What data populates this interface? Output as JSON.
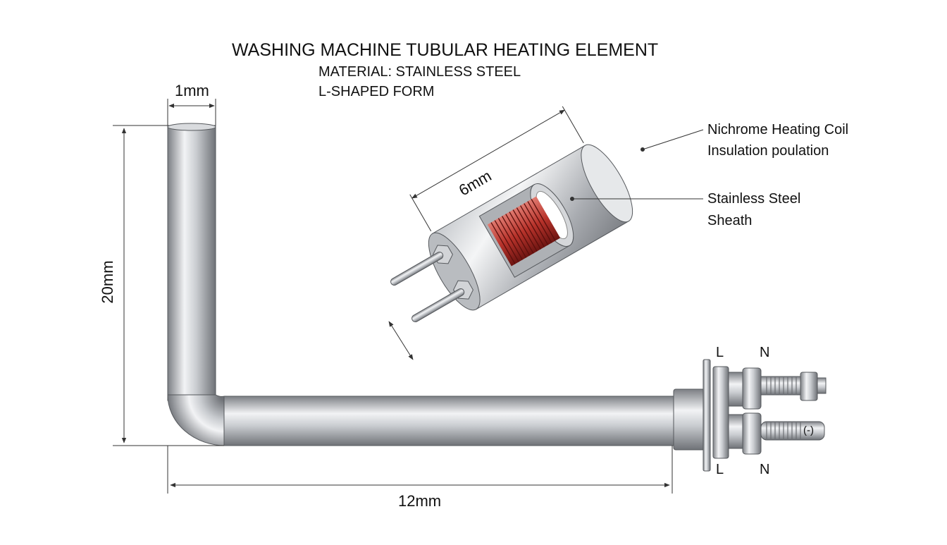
{
  "title": "WASHING MACHINE TUBULAR HEATING ELEMENT",
  "material": "MATERIAL: STAINLESS STEEL",
  "form": "L-SHAPED FORM",
  "dimensions": {
    "tube_diameter": "1mm",
    "vertical_length": "20mm",
    "horizontal_length": "12mm",
    "detail_length": "6mm"
  },
  "callouts": {
    "coil": "Nichrome Heating Coil",
    "insulation": "Insulation poulation",
    "sheath_line1": "Stainless Steel",
    "sheath_line2": "Sheath"
  },
  "terminals": {
    "top_left": "L",
    "top_right": "N",
    "bottom_left": "L",
    "bottom_right": "N",
    "ground": "(-)"
  },
  "colors": {
    "steel_dark": "#8a8d91",
    "steel_light": "#eef0f2",
    "coil": "#b8332b",
    "line": "#333333"
  }
}
